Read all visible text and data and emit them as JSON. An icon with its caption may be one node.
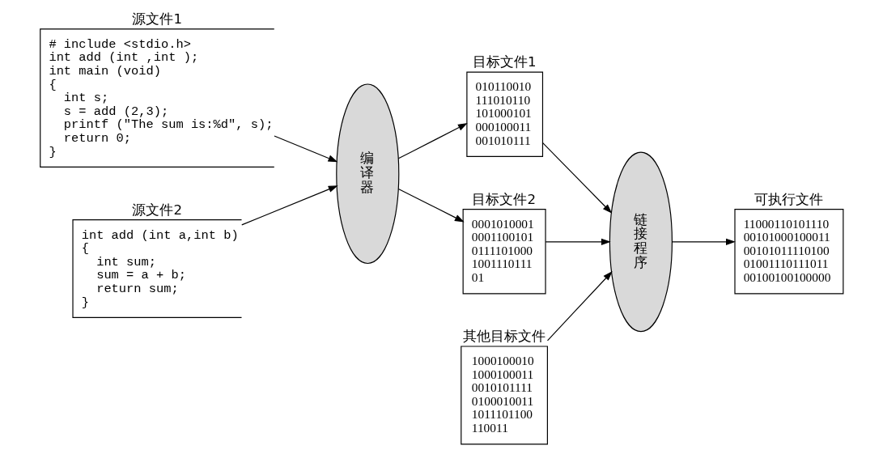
{
  "diagram": {
    "nodes": [
      {
        "text": [
          "源文件1",
          "# include <stdio.h>",
          "int add (int ,int );",
          "int main (void)",
          "{",
          "  int s;",
          "  s = add (2,3);",
          "  printf (\"The sum is:%d\", s);",
          "  return 0;",
          "}"
        ]
      },
      {
        "text": [
          "源文件2",
          "int add (int a,int b)",
          "{",
          "  int sum;",
          "  sum = a + b;",
          "  return sum;",
          "}"
        ]
      },
      {
        "text": [
          "编译器"
        ]
      },
      {
        "text": [
          "目标文件1",
          "010110010",
          "111010110",
          "101000101",
          "000100011",
          "001010111"
        ]
      },
      {
        "text": [
          "目标文件2",
          "0001010001",
          "0001100101",
          "0111101000",
          "1001110111",
          "01"
        ]
      },
      {
        "text": [
          "其他目标文件",
          "1000100010",
          "1000100011",
          "0010101111",
          "0100010011",
          "1011101100",
          "110011"
        ]
      },
      {
        "text": [
          "链接程序"
        ]
      },
      {
        "text": [
          "可执行文件",
          "11000110101110",
          "00101000100011",
          "00101011110100",
          "01001110111011",
          "00100100100000"
        ]
      }
    ],
    "edges": [
      {
        "from": 0,
        "to": 2,
        "arrow": "to"
      },
      {
        "from": 1,
        "to": 2,
        "arrow": "to"
      },
      {
        "from": 2,
        "to": 3,
        "arrow": "to"
      },
      {
        "from": 2,
        "to": 4,
        "arrow": "to"
      },
      {
        "from": 3,
        "to": 6,
        "arrow": "to"
      },
      {
        "from": 4,
        "to": 6,
        "arrow": "to"
      },
      {
        "from": 5,
        "to": 6,
        "arrow": "to"
      },
      {
        "from": 6,
        "to": 7,
        "arrow": "to"
      }
    ]
  }
}
